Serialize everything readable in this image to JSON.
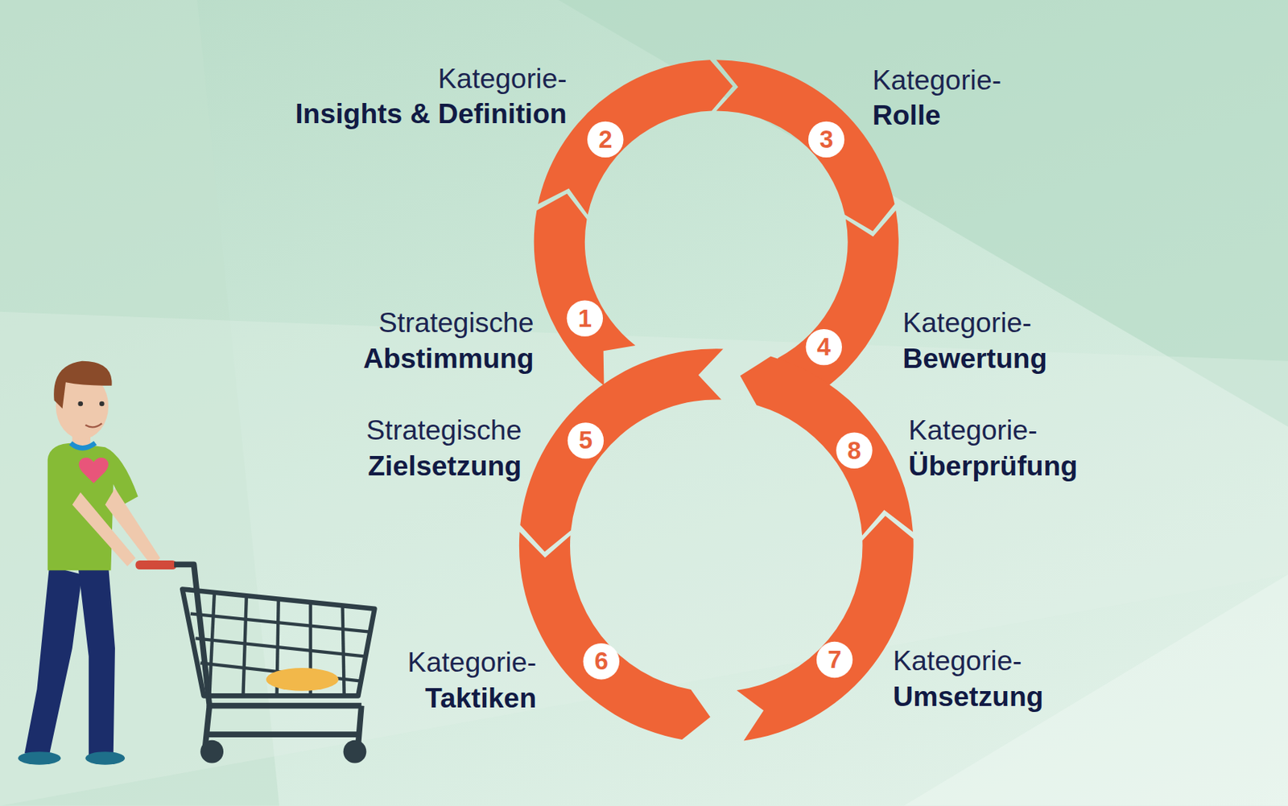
{
  "diagram": {
    "nodes": [
      {
        "text": [
          "1",
          "Strategische",
          "Abstimmung"
        ]
      },
      {
        "text": [
          "2",
          "Kategorie-",
          "Insights & Definition"
        ]
      },
      {
        "text": [
          "3",
          "Kategorie-",
          "Rolle"
        ]
      },
      {
        "text": [
          "4",
          "Kategorie-",
          "Bewertung"
        ]
      },
      {
        "text": [
          "5",
          "Strategische",
          "Zielsetzung"
        ]
      },
      {
        "text": [
          "6",
          "Kategorie-",
          "Taktiken"
        ]
      },
      {
        "text": [
          "7",
          "Kategorie-",
          "Umsetzung"
        ]
      },
      {
        "text": [
          "8",
          "Kategorie-",
          "Überprüfung"
        ]
      }
    ]
  }
}
